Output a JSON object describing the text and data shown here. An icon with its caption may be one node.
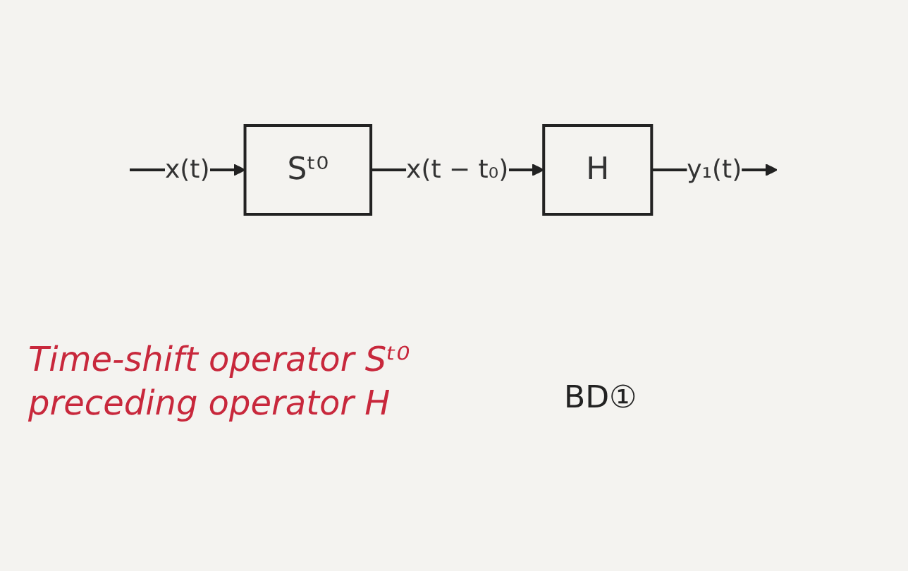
{
  "diagram": {
    "nodes": [
      {
        "text": [
          "Sᵗ⁰"
        ]
      },
      {
        "text": [
          "H"
        ]
      }
    ],
    "edges": [
      {
        "from": null,
        "to": 0,
        "arrow": "to",
        "label": "x(t)"
      },
      {
        "from": 0,
        "to": 1,
        "arrow": "to",
        "label": "x(t − t₀)"
      },
      {
        "from": 1,
        "to": null,
        "arrow": "to",
        "label": "y₁(t)"
      }
    ],
    "labels": [
      "Time-shift operator Sᵗ⁰ preceding operator H",
      "BD①"
    ]
  }
}
